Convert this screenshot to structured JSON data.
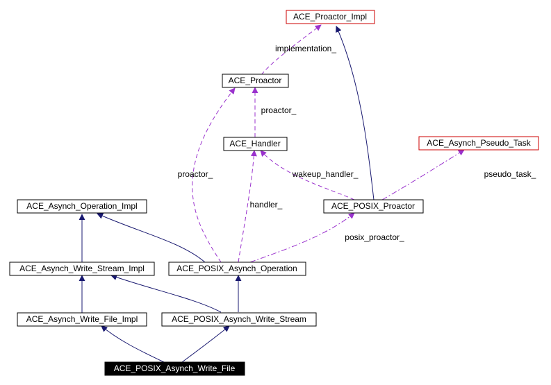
{
  "nodes": {
    "proactor_impl": "ACE_Proactor_Impl",
    "proactor": "ACE_Proactor",
    "handler": "ACE_Handler",
    "pseudo_task": "ACE_Asynch_Pseudo_Task",
    "asynch_operation_impl": "ACE_Asynch_Operation_Impl",
    "posix_proactor": "ACE_POSIX_Proactor",
    "asynch_write_stream_impl": "ACE_Asynch_Write_Stream_Impl",
    "posix_asynch_operation": "ACE_POSIX_Asynch_Operation",
    "asynch_write_file_impl": "ACE_Asynch_Write_File_Impl",
    "posix_asynch_write_stream": "ACE_POSIX_Asynch_Write_Stream",
    "posix_asynch_write_file": "ACE_POSIX_Asynch_Write_File"
  },
  "edge_labels": {
    "implementation": "implementation_",
    "proactor_a": "proactor_",
    "proactor_b": "proactor_",
    "wakeup_handler": "wakeup_handler_",
    "pseudo_task": "pseudo_task_",
    "handler": "handler_",
    "posix_proactor": "posix_proactor_"
  },
  "colors": {
    "inheritance": "#191970",
    "usage": "#9a32cd",
    "highlight_border": "#cc0000",
    "focus_fill": "#000000"
  }
}
